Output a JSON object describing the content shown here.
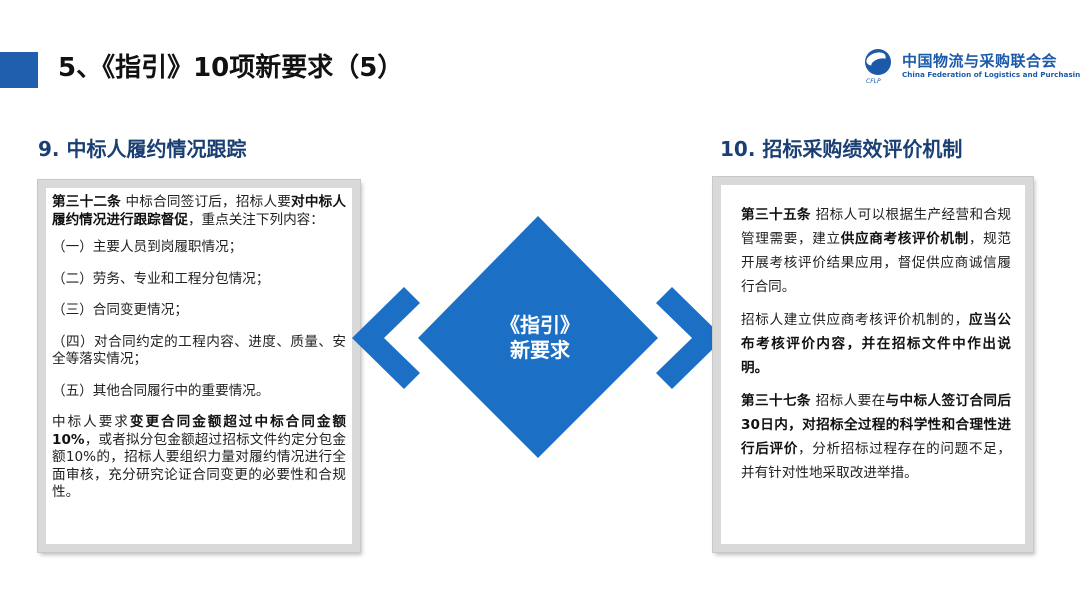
{
  "header": {
    "title": "5、《指引》10项新要求（5）",
    "logo_cn": "中国物流与采购联合会",
    "logo_en": "China Federation of Logistics and Purchasing",
    "logo_tag": "CFLP"
  },
  "left": {
    "heading": "9. 中标人履约情况跟踪",
    "p1": {
      "article": "第三十二条",
      "text_a": "  中标合同签订后，招标人要",
      "bold_a": "对中标人履约情况进行跟踪督促",
      "text_b": "，重点关注下列内容："
    },
    "items": [
      "（一）主要人员到岗履职情况；",
      "（二）劳务、专业和工程分包情况；",
      "（三）合同变更情况；",
      "（四）对合同约定的工程内容、进度、质量、安全等落实情况；",
      "（五）其他合同履行中的重要情况。"
    ],
    "p2": {
      "text_a": "中标人要求",
      "bold_a": "变更合同金额超过中标合同金额10%",
      "text_b": "，或者拟分包金额超过招标文件约定分包金额10%的，招标人要组织力量对履约情况进行全面审核，充分研究论证合同变更的必要性和合规性。"
    }
  },
  "center": {
    "line1": "《指引》",
    "line2": "新要求"
  },
  "right": {
    "heading": "10. 招标采购绩效评价机制",
    "p1": {
      "article": "第三十五条",
      "text_a": "  招标人可以根据生产经营和合规管理需要，建立",
      "bold_a": "供应商考核评价机制",
      "text_b": "，规范开展考核评价结果应用，督促供应商诚信履行合同。"
    },
    "p2": {
      "text_a": "招标人建立供应商考核评价机制的，",
      "bold_a": "应当公布考核评价内容，并在招标文件中作出说明。"
    },
    "p3": {
      "article": "第三十七条",
      "text_a": "  招标人要在",
      "bold_a": "与中标人签订合同后30日内，对招标全过程的科学性和合理性进行后评价",
      "text_b": "，分析招标过程存在的问题不足，并有针对性地采取改进举措。"
    }
  },
  "colors": {
    "accent": "#1b6fc4",
    "title_bar": "#1f5fae",
    "heading": "#1a3f73",
    "panel_border": "#d9d9d9"
  }
}
